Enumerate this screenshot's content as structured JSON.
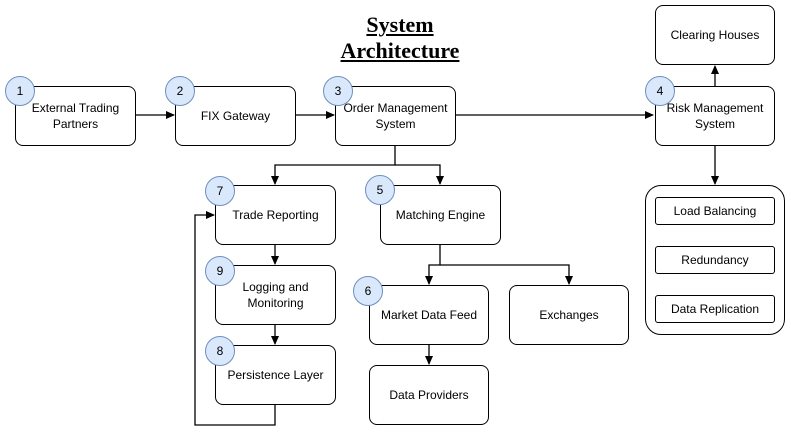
{
  "title": "System Architecture",
  "nodes": {
    "external": "External Trading Partners",
    "fix": "FIX Gateway",
    "oms": "Order Management System",
    "risk": "Risk Management System",
    "clearing": "Clearing Houses",
    "trade_reporting": "Trade Reporting",
    "matching": "Matching Engine",
    "logging": "Logging and Monitoring",
    "market_data": "Market Data Feed",
    "exchanges": "Exchanges",
    "persistence": "Persistence Layer",
    "data_providers": "Data Providers",
    "load_balancing": "Load Balancing",
    "redundancy": "Redundancy",
    "replication": "Data Replication"
  },
  "badges": {
    "external": "1",
    "fix": "2",
    "oms": "3",
    "risk": "4",
    "matching": "5",
    "market_data": "6",
    "trade_reporting": "7",
    "persistence": "8",
    "logging": "9"
  },
  "colors": {
    "badge_fill": "#dae8fc",
    "badge_stroke": "#6c8ebf",
    "line": "#000000"
  }
}
